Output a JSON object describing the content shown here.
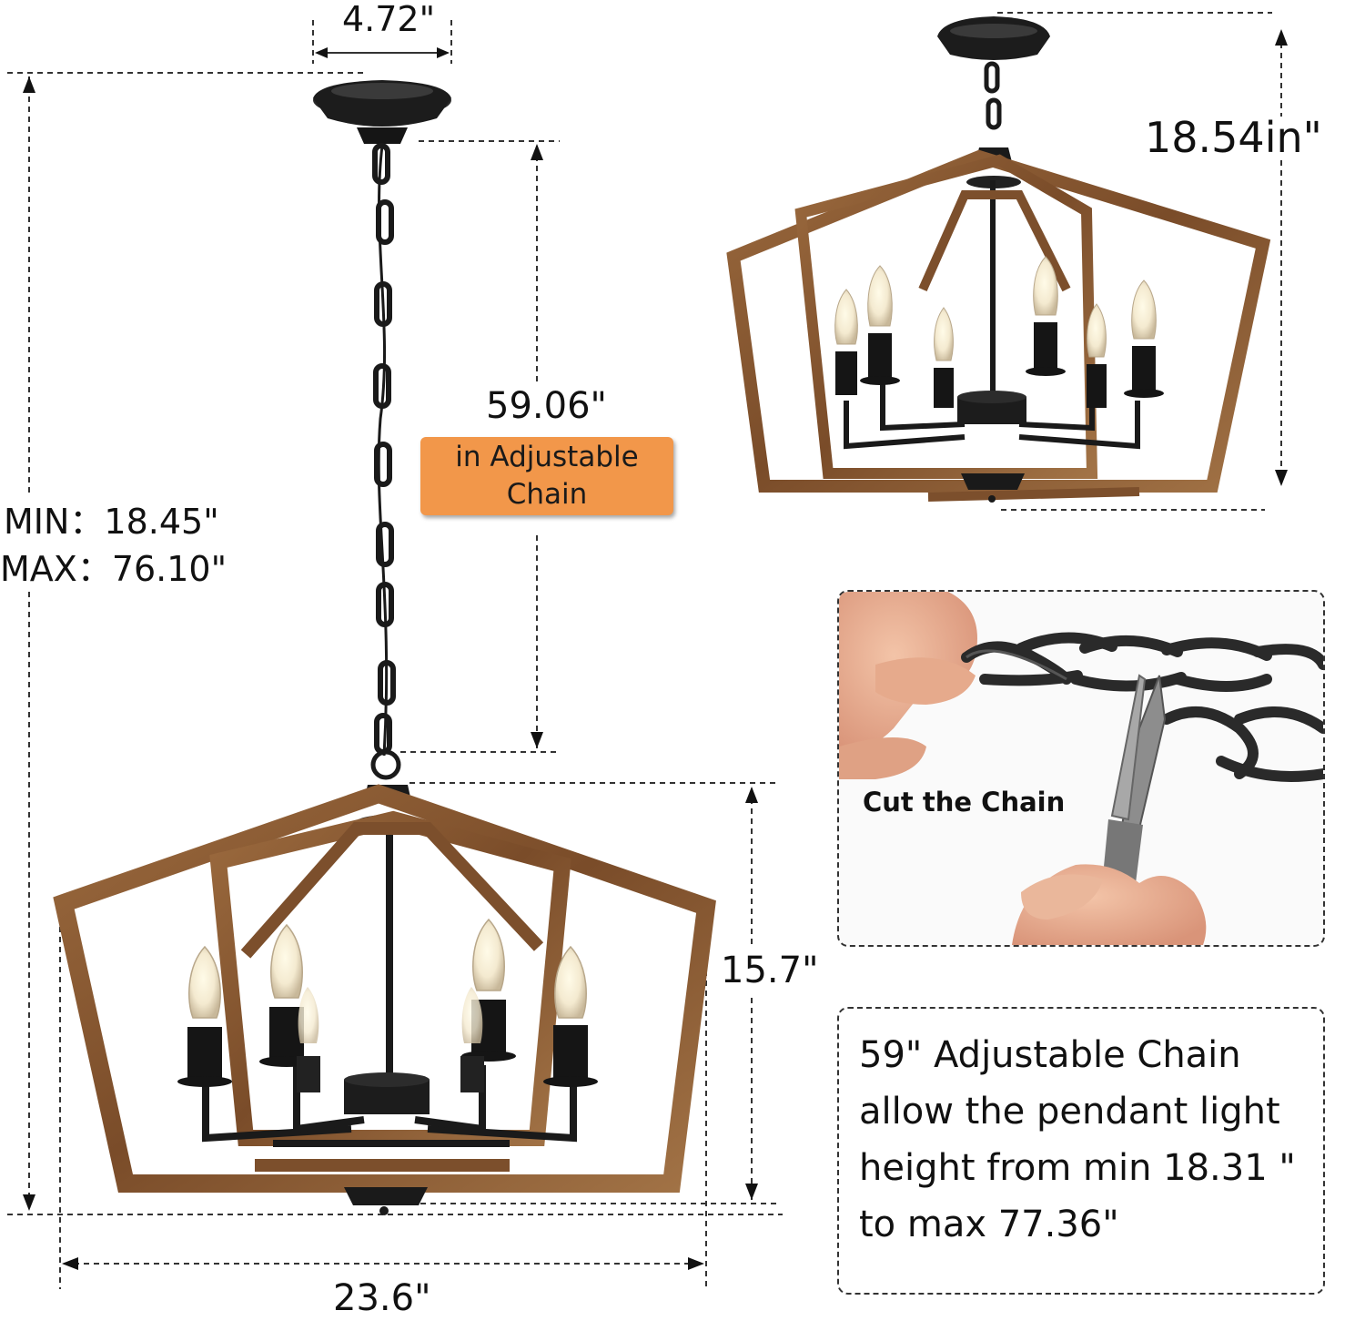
{
  "dimensions": {
    "canopy_width": "4.72\"",
    "right_fixture_height": "18.54in\"",
    "chain_length": "59.06\"",
    "chain_tag": "in Adjustable\nChain",
    "min_height": "MIN：18.45\"",
    "max_height": "MAX：76.10\"",
    "fixture_height": "15.7\"",
    "fixture_width": "23.6\""
  },
  "cut_panel": {
    "label": "Cut the Chain"
  },
  "note_panel": {
    "lines": [
      "59\" Adjustable Chain",
      "allow the pendant light",
      "height from min 18.31 \"",
      "to max 77.36\""
    ]
  },
  "colors": {
    "wood": "#8a5a33",
    "wood_dark": "#5e3a1f",
    "metal": "#1b1b1b",
    "tag": "#f2974a"
  }
}
